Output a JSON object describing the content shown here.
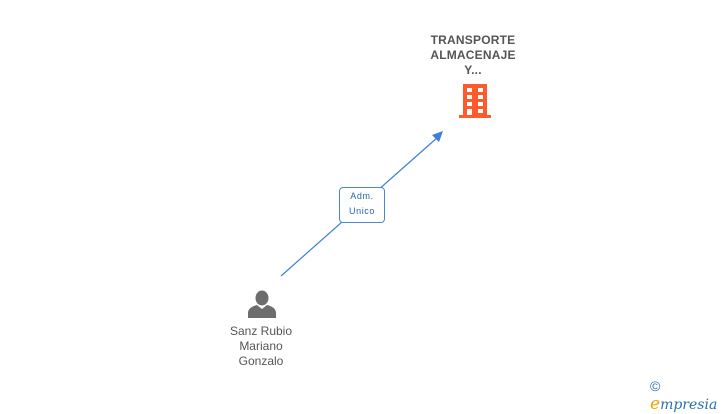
{
  "diagram": {
    "company": {
      "name_lines": [
        "TRANSPORTE",
        "ALMACENAJE",
        "Y..."
      ],
      "icon": "building-icon",
      "color": "#ff5a2b"
    },
    "person": {
      "name_lines": [
        "Sanz Rubio",
        "Mariano",
        "Gonzalo"
      ],
      "icon": "person-icon",
      "color": "#6d6d6d"
    },
    "edge": {
      "label_lines": [
        "Adm.",
        "Unico"
      ],
      "color": "#3b7fd6"
    }
  },
  "footer": {
    "copyright_symbol": "©",
    "brand_first": "e",
    "brand_rest": "mpresia"
  }
}
